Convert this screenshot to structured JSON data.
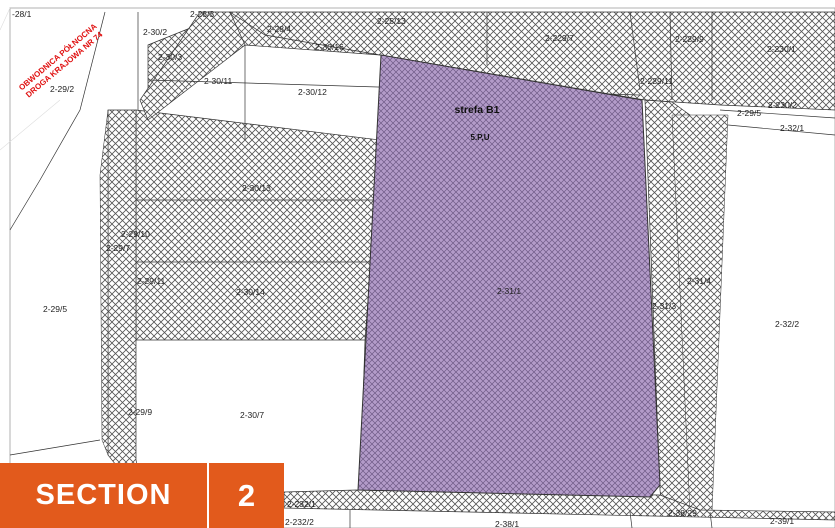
{
  "colors": {
    "hatch": "#555555",
    "zone_fill": "#b39bc9",
    "zone_hatch": "#6e5a86",
    "road_label": "#e01010",
    "badge": "#e25a1c",
    "frame": "#b0b0b0"
  },
  "zone": {
    "name": "strefa B1",
    "code": "5.P,U"
  },
  "road_label": {
    "line1": "OBWODNICA PÓŁNOCNA",
    "line2": "DROGA KRAJOWA NR 74"
  },
  "parcels": [
    {
      "id": "-28/1"
    },
    {
      "id": "2-30/2"
    },
    {
      "id": "2-28/3"
    },
    {
      "id": "2-25/13"
    },
    {
      "id": "2-28/4"
    },
    {
      "id": "2-30/3"
    },
    {
      "id": "2-30/16"
    },
    {
      "id": "2-229/7"
    },
    {
      "id": "2-229/9"
    },
    {
      "id": "2-230/1"
    },
    {
      "id": "2-29/2"
    },
    {
      "id": "2-30/11"
    },
    {
      "id": "2-30/12"
    },
    {
      "id": "2-229/11"
    },
    {
      "id": "2-230/2"
    },
    {
      "id": "2-29/5"
    },
    {
      "id": "2-32/1"
    },
    {
      "id": "2-30/13"
    },
    {
      "id": "2-29/10"
    },
    {
      "id": "2-29/7"
    },
    {
      "id": "2-29/11"
    },
    {
      "id": "2-30/14"
    },
    {
      "id": "2-31/1"
    },
    {
      "id": "2-31/4"
    },
    {
      "id": "2-31/3"
    },
    {
      "id": "2-29/5"
    },
    {
      "id": "2-32/2"
    },
    {
      "id": "2-29/9"
    },
    {
      "id": "2-30/7"
    },
    {
      "id": "2-232/1"
    },
    {
      "id": "2-232/2"
    },
    {
      "id": "2-38/1"
    },
    {
      "id": "2-38/29"
    },
    {
      "id": "2-39/1"
    }
  ],
  "section": {
    "label": "SECTION",
    "number": "2"
  }
}
